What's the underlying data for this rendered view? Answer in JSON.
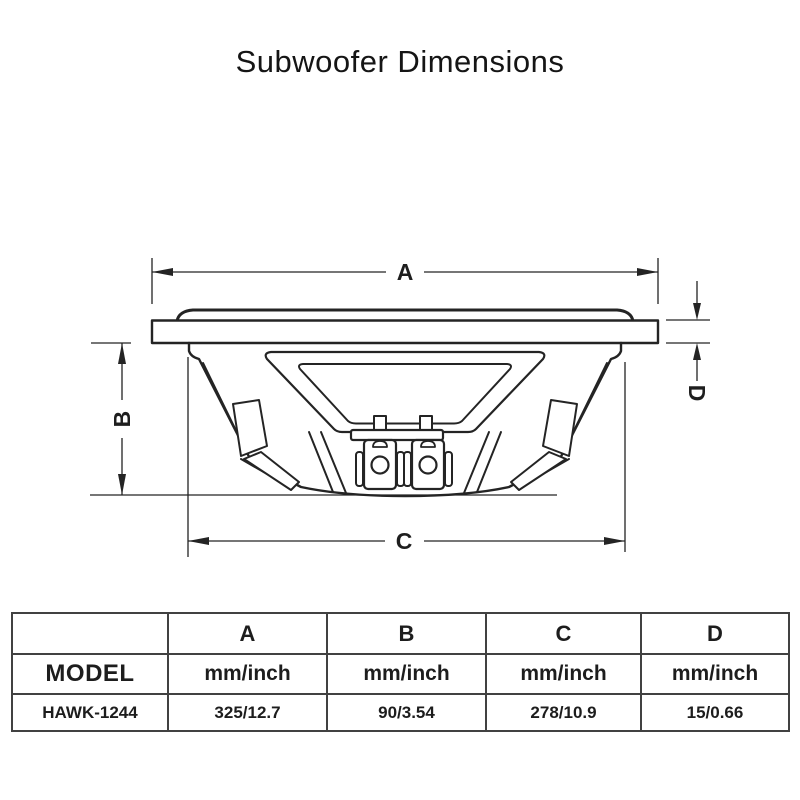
{
  "title": "Subwoofer Dimensions",
  "diagram": {
    "labels": {
      "a": "A",
      "b": "B",
      "c": "C",
      "d": "D"
    }
  },
  "table": {
    "header_row": [
      "",
      "A",
      "B",
      "C",
      "D"
    ],
    "unit_row": [
      "MODEL",
      "mm/inch",
      "mm/inch",
      "mm/inch",
      "mm/inch"
    ],
    "value_row": [
      "HAWK-1244",
      "325/12.7",
      "90/3.54",
      "278/10.9",
      "15/0.66"
    ]
  },
  "colors": {
    "line": "#242424",
    "table_border": "#414141",
    "text": "#1d1d1d"
  }
}
